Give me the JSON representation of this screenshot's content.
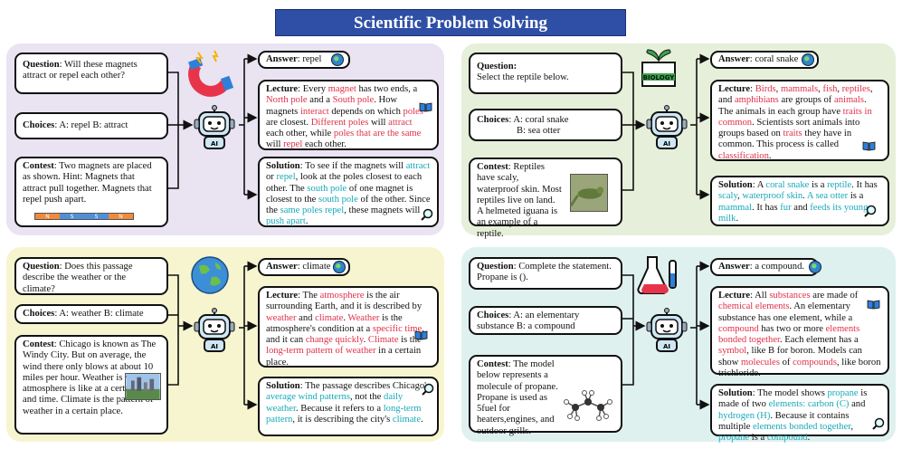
{
  "title": "Scientific Problem Solving",
  "p1": {
    "question_label": "Question",
    "question_text": ": Will these magnets attract or repel each other?",
    "choices_label": "Choices",
    "choices_text": ": A:  repel  B:  attract",
    "context_label": "Contest",
    "context_text": ": Two magnets are placed as shown. Hint: Magnets that attract pull together. Magnets that repel push apart.",
    "magnet_poles": [
      "N",
      "S",
      "S",
      "N"
    ],
    "answer_label": "Answer",
    "answer_text": ": repel",
    "lecture_label": "Lecture",
    "lecture": [
      [
        ": Every ",
        ""
      ],
      [
        "magnet",
        "r"
      ],
      [
        " has two ends, a ",
        ""
      ],
      [
        "North pole",
        "r"
      ],
      [
        " and a ",
        ""
      ],
      [
        "South pole",
        "r"
      ],
      [
        ". How magnets ",
        ""
      ],
      [
        "interact",
        "r"
      ],
      [
        " depends on which ",
        ""
      ],
      [
        "poles",
        "r"
      ],
      [
        " are closest. ",
        ""
      ],
      [
        "Different poles",
        "r"
      ],
      [
        " will ",
        ""
      ],
      [
        "attract",
        "r"
      ],
      [
        " each other, while ",
        ""
      ],
      [
        "poles that are the same",
        "r"
      ],
      [
        " will ",
        ""
      ],
      [
        "repel",
        "r"
      ],
      [
        " each other.",
        ""
      ]
    ],
    "solution_label": "Solution",
    "solution": [
      [
        ":  To see if the magnets will ",
        ""
      ],
      [
        "attract",
        "c"
      ],
      [
        " or ",
        ""
      ],
      [
        "repel",
        "c"
      ],
      [
        ", look at the poles closest to each other. The ",
        ""
      ],
      [
        "south pole",
        "c"
      ],
      [
        " of one magnet is closest to the ",
        ""
      ],
      [
        "south pole",
        "c"
      ],
      [
        " of the other. Since the ",
        ""
      ],
      [
        "same poles repel",
        "c"
      ],
      [
        ", these magnets will ",
        ""
      ],
      [
        "push apart",
        "c"
      ],
      [
        ".",
        ""
      ]
    ]
  },
  "p2": {
    "question_label": "Question:",
    "question_text": "Select the reptile below.",
    "choices_label": "Choices",
    "choices_text": ":  A:  coral snake",
    "choices_text_b": "B:  sea otter",
    "context_label": "Contest",
    "context_text": ": Reptiles have scaly, waterproof skin. Most reptiles live on land. A helmeted iguana is an example of a reptile.",
    "badge": "BIOLOGY",
    "answer_label": "Answer",
    "answer_text": ": coral snake",
    "lecture_label": "Lecture",
    "lecture": [
      [
        ": ",
        ""
      ],
      [
        "Birds",
        "r"
      ],
      [
        ", ",
        ""
      ],
      [
        "mammals",
        "r"
      ],
      [
        ", ",
        ""
      ],
      [
        "fish",
        "r"
      ],
      [
        ", ",
        ""
      ],
      [
        "reptiles",
        "r"
      ],
      [
        ", and ",
        ""
      ],
      [
        "amphibians",
        "r"
      ],
      [
        " are groups of ",
        ""
      ],
      [
        "animals",
        "r"
      ],
      [
        ". The animals in each group have ",
        ""
      ],
      [
        "traits in common",
        "r"
      ],
      [
        ". Scientists sort animals into groups based on ",
        ""
      ],
      [
        "traits",
        "r"
      ],
      [
        " they have in common. This process is called ",
        ""
      ],
      [
        "classification",
        "r"
      ],
      [
        ".",
        ""
      ]
    ],
    "solution_label": "Solution",
    "solution": [
      [
        ":  A ",
        ""
      ],
      [
        "coral snake",
        "c"
      ],
      [
        " is a ",
        ""
      ],
      [
        "reptile",
        "c"
      ],
      [
        ". It has ",
        ""
      ],
      [
        "scaly",
        "c"
      ],
      [
        ", ",
        ""
      ],
      [
        "waterproof skin",
        "c"
      ],
      [
        ". ",
        ""
      ],
      [
        "A sea otter",
        "c"
      ],
      [
        " is a ",
        ""
      ],
      [
        "mammal",
        "c"
      ],
      [
        ". It has ",
        ""
      ],
      [
        "fur",
        "c"
      ],
      [
        " and ",
        ""
      ],
      [
        "feeds its young milk",
        "c"
      ],
      [
        ".",
        ""
      ]
    ]
  },
  "p3": {
    "question_label": "Question",
    "question_text": ": Does this passage describe the weather or the climate?",
    "choices_label": "Choices",
    "choices_text": ": A:  weather  B:  climate",
    "context_label": "Contest",
    "context_text": ": Chicago is known as The Windy City. But on average, the wind there only blows at about 10 miles per hour. Weather is what the atmosphere is like at a certain place and time. Climate is the pattern of weather in a certain place.",
    "answer_label": "Answer",
    "answer_text": ": climate",
    "lecture_label": "Lecture",
    "lecture": [
      [
        ": The ",
        ""
      ],
      [
        "atmosphere",
        "r"
      ],
      [
        " is the air surrounding Earth, and it is described by ",
        ""
      ],
      [
        "weather",
        "r"
      ],
      [
        " and ",
        ""
      ],
      [
        "climate",
        "r"
      ],
      [
        ". ",
        ""
      ],
      [
        "Weather",
        "r"
      ],
      [
        " is the atmosphere's condition at a ",
        ""
      ],
      [
        "specific time",
        "r"
      ],
      [
        ", and it can ",
        ""
      ],
      [
        "change quickly",
        "r"
      ],
      [
        ". ",
        ""
      ],
      [
        "Climate",
        "r"
      ],
      [
        " is the ",
        ""
      ],
      [
        "long-term pattern of weather",
        "r"
      ],
      [
        " in a certain place.",
        ""
      ]
    ],
    "solution_label": "Solution",
    "solution": [
      [
        ": The passage describes Chicago's ",
        ""
      ],
      [
        "average wind patterns",
        "c"
      ],
      [
        ", not the ",
        ""
      ],
      [
        "daily weather",
        "c"
      ],
      [
        ". Because it refers to a ",
        ""
      ],
      [
        "long-term pattern",
        "c"
      ],
      [
        ", it is describing the city's ",
        ""
      ],
      [
        "climate",
        "c"
      ],
      [
        ".",
        ""
      ]
    ]
  },
  "p4": {
    "question_label": "Question",
    "question_text": ": Complete the statement. Propane is ().",
    "choices_label": "Choices",
    "choices_text": ":  A:  an elementary substance  B:  a compound",
    "context_label": "Contest",
    "context_text": ": The model below represents a molecule of propane. Propane is used as 5fuel for heaters,engines, and outdoor grills.",
    "answer_label": "Answer",
    "answer_text": ": a compound.",
    "lecture_label": "Lecture",
    "lecture": [
      [
        ": All ",
        ""
      ],
      [
        "substances",
        "r"
      ],
      [
        " are made of ",
        ""
      ],
      [
        "chemical elements",
        "r"
      ],
      [
        ". An elementary substance has one element, while a ",
        ""
      ],
      [
        "compound",
        "r"
      ],
      [
        " has two or more ",
        ""
      ],
      [
        "elements bonded together",
        "r"
      ],
      [
        ". Each element has a ",
        ""
      ],
      [
        "symbol",
        "r"
      ],
      [
        ", like B for boron. Models can show ",
        ""
      ],
      [
        "molecules",
        "r"
      ],
      [
        " of ",
        ""
      ],
      [
        "compounds",
        "r"
      ],
      [
        ", like boron trichloride.",
        ""
      ]
    ],
    "solution_label": "Solution",
    "solution": [
      [
        ":  The model shows ",
        ""
      ],
      [
        "propane",
        "c"
      ],
      [
        " is made of two ",
        ""
      ],
      [
        "elements: carbon (C)",
        "c"
      ],
      [
        " and ",
        ""
      ],
      [
        "hydrogen (H)",
        "c"
      ],
      [
        ". Because it contains multiple ",
        ""
      ],
      [
        "elements bonded together",
        "c"
      ],
      [
        ", ",
        ""
      ],
      [
        "propane",
        "c"
      ],
      [
        " is a ",
        ""
      ],
      [
        "compound",
        "c"
      ],
      [
        ".",
        ""
      ]
    ]
  },
  "robot_label": "AI",
  "colors": {
    "red": "#e0304a",
    "cyan": "#17a9b8",
    "title_bg": "#2f4fa6"
  }
}
